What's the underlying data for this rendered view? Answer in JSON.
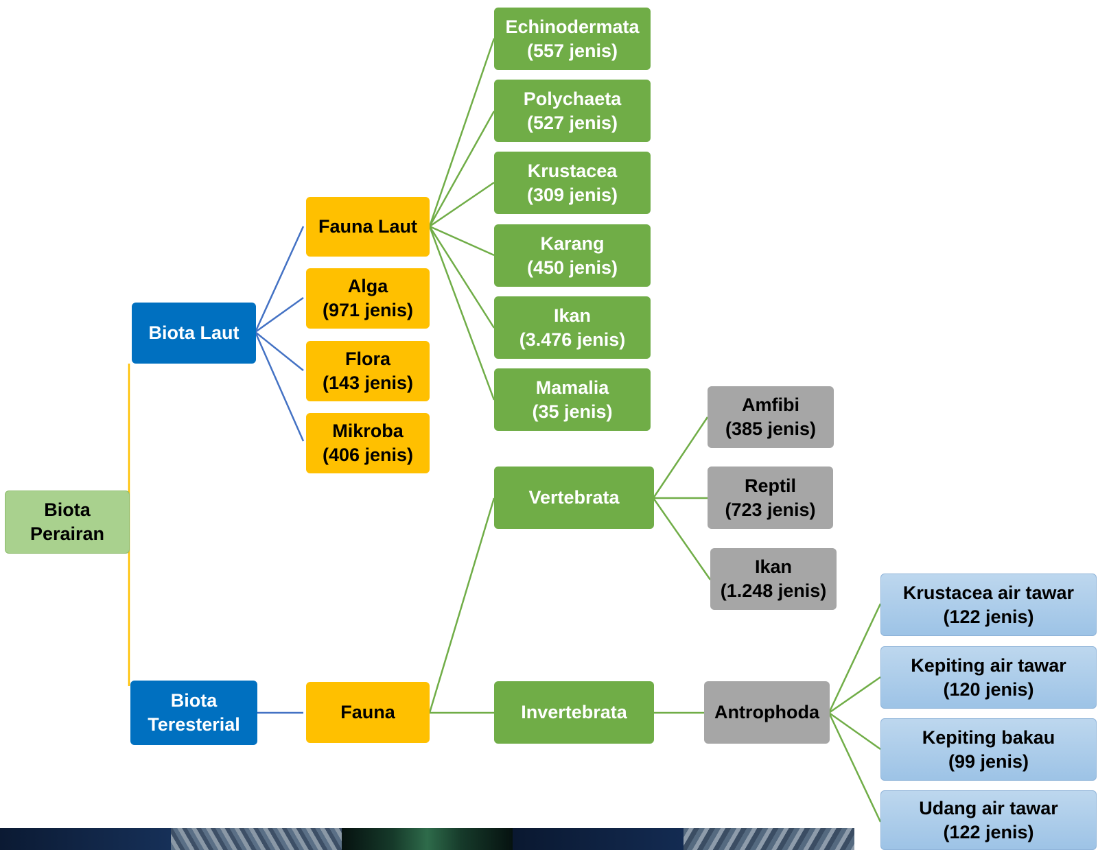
{
  "root": {
    "line1": "Biota",
    "line2": "Perairan"
  },
  "biota_laut": {
    "label": "Biota Laut"
  },
  "biota_teresterial": {
    "line1": "Biota",
    "line2": "Teresterial"
  },
  "fauna_laut": {
    "label": "Fauna Laut"
  },
  "alga": {
    "line1": "Alga",
    "line2": "(971 jenis)"
  },
  "flora": {
    "line1": "Flora",
    "line2": "(143 jenis)"
  },
  "mikroba": {
    "line1": "Mikroba",
    "line2": "(406 jenis)"
  },
  "marine_fauna": [
    {
      "line1": "Echinodermata",
      "line2": "(557 jenis)"
    },
    {
      "line1": "Polychaeta",
      "line2": "(527 jenis)"
    },
    {
      "line1": "Krustacea",
      "line2": "(309 jenis)"
    },
    {
      "line1": "Karang",
      "line2": "(450 jenis)"
    },
    {
      "line1": "Ikan",
      "line2": "(3.476 jenis)"
    },
    {
      "line1": "Mamalia",
      "line2": "(35 jenis)"
    }
  ],
  "fauna": {
    "label": "Fauna"
  },
  "vertebrata": {
    "label": "Vertebrata"
  },
  "invertebrata": {
    "label": "Invertebrata"
  },
  "vertebrates": [
    {
      "line1": "Amfibi",
      "line2": "(385 jenis)"
    },
    {
      "line1": "Reptil",
      "line2": "(723 jenis)"
    },
    {
      "line1": "Ikan",
      "line2": "(1.248 jenis)"
    }
  ],
  "antrophoda": {
    "label": "Antrophoda"
  },
  "arthropods": [
    {
      "line1": "Krustacea air tawar",
      "line2": "(122 jenis)"
    },
    {
      "line1": "Kepiting air tawar",
      "line2": "(120 jenis)"
    },
    {
      "line1": "Kepiting bakau",
      "line2": "(99 jenis)"
    },
    {
      "line1": "Udang air tawar",
      "line2": "(122 jenis)"
    }
  ],
  "colors": {
    "root_line": "#ffc000",
    "blue_line": "#4472c4",
    "green_line": "#70ad47"
  }
}
